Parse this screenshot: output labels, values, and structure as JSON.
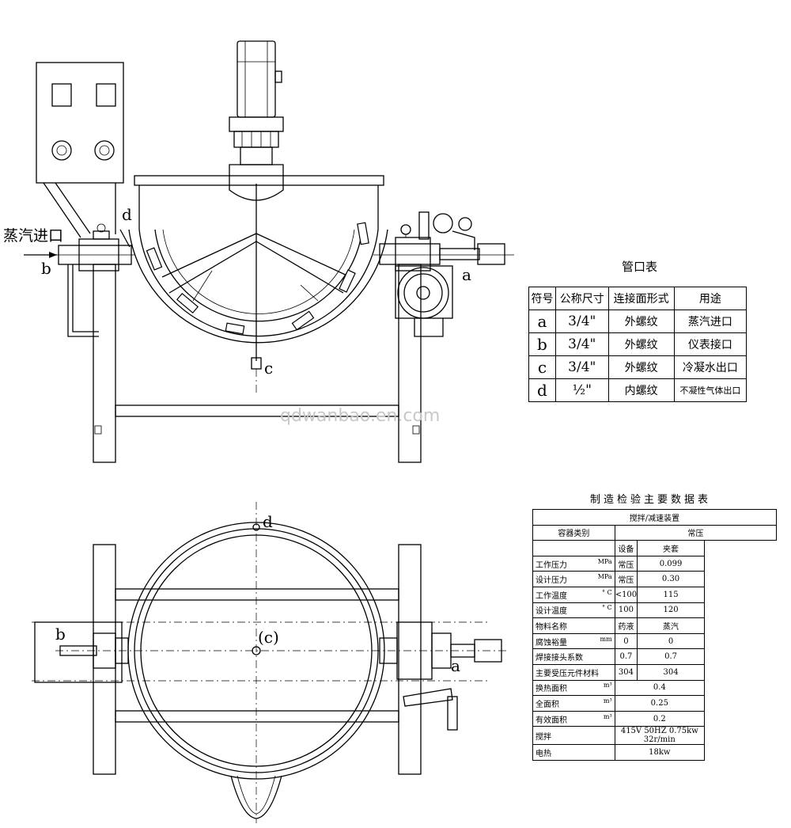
{
  "labels": {
    "steam_inlet": "蒸汽进口",
    "a_front": "a",
    "b_front": "b",
    "c_front": "c",
    "d_front": "d",
    "d_top": "d",
    "c_top": "(c)",
    "b_top": "b",
    "a_top": "a"
  },
  "watermark": "qdwanbao.en.com",
  "port_table": {
    "title": "管口表",
    "headers": [
      "符号",
      "公称尺寸",
      "连接面形式",
      "用途"
    ],
    "rows": [
      {
        "symbol": "a",
        "size": "3/4\"",
        "connection": "外螺纹",
        "use": "蒸汽进口"
      },
      {
        "symbol": "b",
        "size": "3/4\"",
        "connection": "外螺纹",
        "use": "仪表接口"
      },
      {
        "symbol": "c",
        "size": "3/4\"",
        "connection": "外螺纹",
        "use": "冷凝水出口"
      },
      {
        "symbol": "d",
        "size": "½\"",
        "connection": "内螺纹",
        "use": "不凝性气体出口"
      }
    ]
  },
  "data_table": {
    "title": "制造检验主要数据表",
    "top_header": "搅拌/减速装置",
    "vessel_type_label": "容器类别",
    "vessel_type_value": "常压",
    "col_device": "设备",
    "col_jacket": "夹套",
    "rows_two": [
      {
        "label": "工作压力",
        "unit": "MPa",
        "device": "常压",
        "jacket": "0.099"
      },
      {
        "label": "设计压力",
        "unit": "MPa",
        "device": "常压",
        "jacket": "0.30"
      },
      {
        "label": "工作温度",
        "unit": "° C",
        "device": "<100",
        "jacket": "115"
      },
      {
        "label": "设计温度",
        "unit": "° C",
        "device": "100",
        "jacket": "120"
      },
      {
        "label": "物料名称",
        "unit": "",
        "device": "药液",
        "jacket": "蒸汽"
      },
      {
        "label": "腐蚀裕量",
        "unit": "mm",
        "device": "0",
        "jacket": "0"
      },
      {
        "label": "焊接接头系数",
        "unit": "",
        "device": "0.7",
        "jacket": "0.7"
      },
      {
        "label": "主要受压元件材料",
        "unit": "",
        "device": "304",
        "jacket": "304"
      }
    ],
    "rows_single": [
      {
        "label": "换热面积",
        "unit": "m³",
        "value": "0.4"
      },
      {
        "label": "全面积",
        "unit": "m³",
        "value": "0.25"
      },
      {
        "label": "有效面积",
        "unit": "m³",
        "value": "0.2"
      },
      {
        "label": "搅拌",
        "unit": "",
        "value": "415V   50HZ   0.75kw   32r/min"
      },
      {
        "label": "电热",
        "unit": "",
        "value": "18kw"
      }
    ]
  }
}
